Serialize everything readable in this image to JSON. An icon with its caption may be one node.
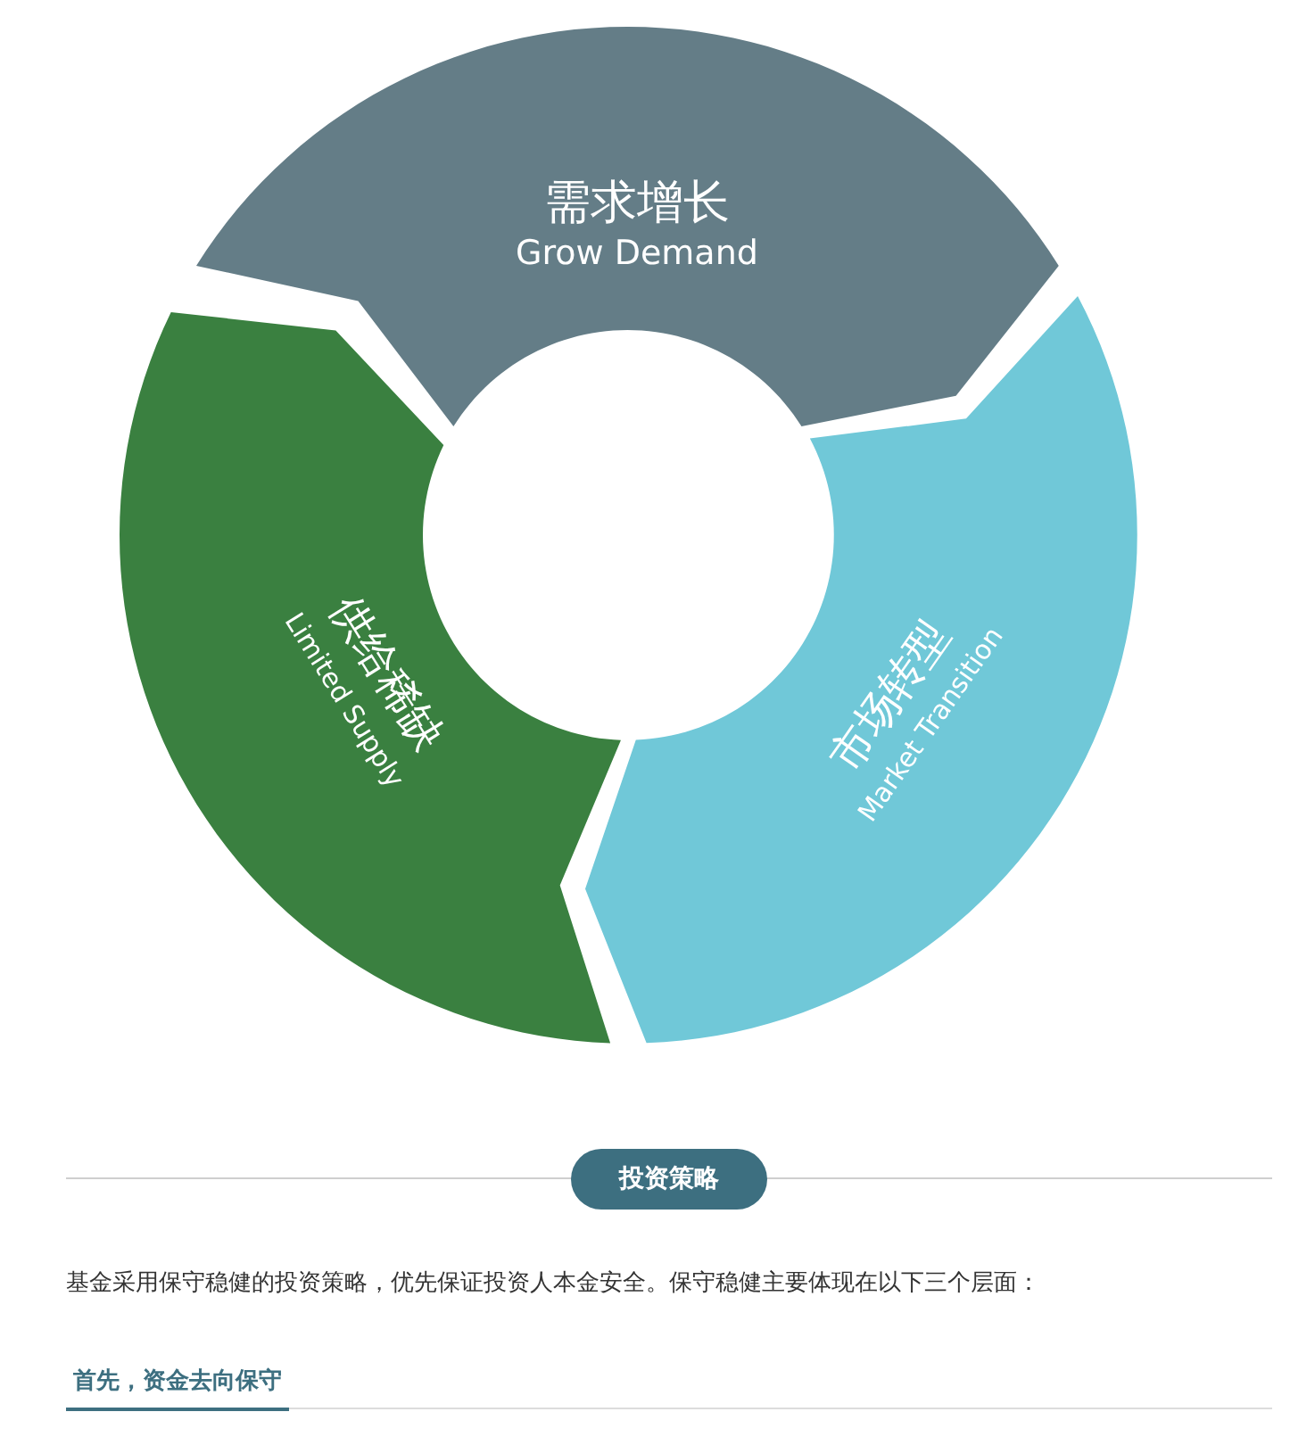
{
  "diagram": {
    "nodes": [
      {
        "text": [
          "需求增长",
          "Grow Demand"
        ]
      },
      {
        "text": [
          "供给稀缺",
          "Limited Supply"
        ]
      },
      {
        "text": [
          "市场转型",
          "Market Transition"
        ]
      },
      {
        "text": [
          "投资策略"
        ]
      }
    ],
    "labels": [
      "基金采用保守稳健的投资策略，优先保证投资人本金安全。保守稳健主要体现在以下三个层面：",
      "首先，资金去向保守"
    ]
  }
}
